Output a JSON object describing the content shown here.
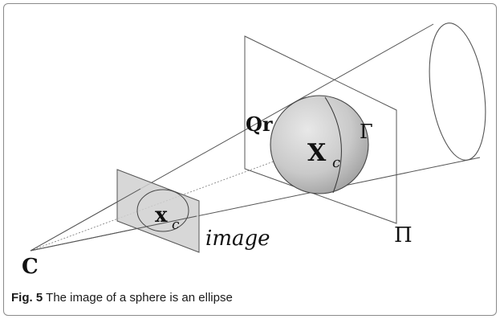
{
  "figure": {
    "labels": {
      "camera_center": "C",
      "image_plane": "image",
      "image_point": "x",
      "image_point_subscript": "c",
      "sphere_center": "X",
      "sphere_center_subscript": "c",
      "contact_curve": "Γ",
      "plane": "Π",
      "q_r": "Qr"
    }
  },
  "caption": {
    "label": "Fig. 5",
    "text": "The image of a sphere is an ellipse"
  }
}
